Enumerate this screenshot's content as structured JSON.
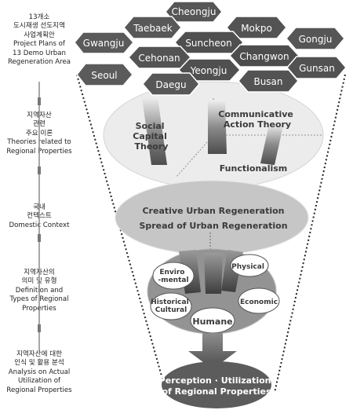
{
  "left_column": {
    "items": [
      {
        "lines": [
          "13개소",
          "도시재생 선도지역",
          "사업계획안",
          "Project Plans of",
          "13 Demo Urban",
          "Regeneration Area"
        ]
      },
      {
        "lines": [
          "지역자산",
          "관련",
          "주요 이론",
          "Theories related to",
          "Regional Properties"
        ]
      },
      {
        "lines": [
          "국내",
          "컨텍스트",
          "Domestic Context"
        ]
      },
      {
        "lines": [
          "지역자산의",
          "의미 및 유형",
          "Definition and",
          "Types of Regional",
          "Properties"
        ]
      },
      {
        "lines": [
          "지역자산에 대한",
          "인식 및 활용 분석",
          "Analysis on Actual",
          "Utilization of",
          "Regional Properties"
        ]
      }
    ]
  },
  "cities": [
    "Cheongju",
    "Taebaek",
    "Mokpo",
    "Gwangju",
    "Suncheon",
    "Gongju",
    "Cehonan",
    "Changwon",
    "Seoul",
    "Yeongju",
    "Gunsan",
    "Daegu",
    "Busan"
  ],
  "theories": {
    "social_capital": [
      "Social",
      "Capital",
      "Theory"
    ],
    "communicative_action": [
      "Communicative",
      "Action Theory"
    ],
    "functionalism": "Functionalism"
  },
  "domestic": {
    "line1": "Creative Urban Regeneration",
    "line2": "Spread of Urban Regeneration"
  },
  "property_types": {
    "environmental": [
      "Enviro",
      "-mental"
    ],
    "physical": "Physical",
    "historical_cultural": [
      "Historical",
      "Cultural"
    ],
    "economic": "Economic",
    "humane": "Humane"
  },
  "result": [
    "Perception · Utilization",
    "of Regional Properties"
  ],
  "colors": {
    "hexagon": "#555555",
    "hexagon_text": "#ffffff",
    "ellipse_light": "#e6e6e6",
    "ellipse_mid": "#bdbdbd",
    "ellipse_dark": "#8c8c8c",
    "result_ellipse": "#5e5e5e",
    "arrow": "#6f6f6f"
  }
}
